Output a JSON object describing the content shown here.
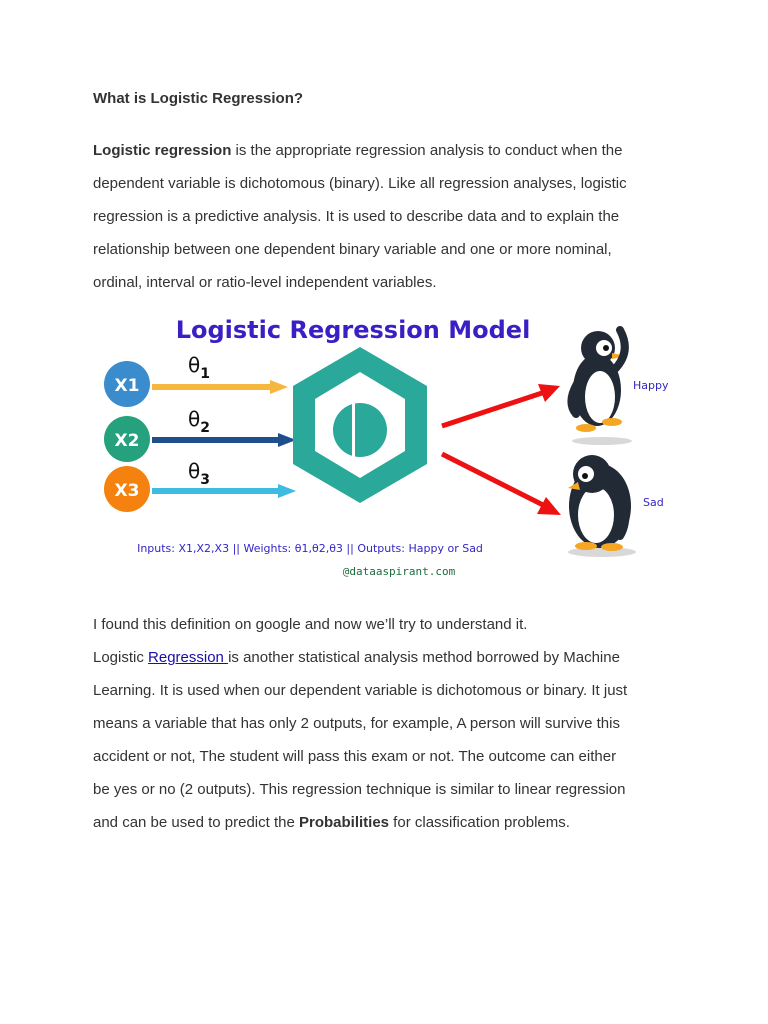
{
  "heading": "What is Logistic Regression?",
  "para1": {
    "line1_bold": "Logistic regression",
    "line1_rest": " is the appropriate regression analysis to conduct when the",
    "line2": "dependent variable is dichotomous (binary). Like all regression analyses, logistic",
    "line3": "regression is a predictive analysis. It is used to describe data and to explain the",
    "line4": "relationship between one dependent binary variable and one or more nominal,",
    "line5": "ordinal, interval or ratio-level independent variables."
  },
  "diagram": {
    "title": "Logistic Regression Model",
    "inputs": [
      "X1",
      "X2",
      "X3"
    ],
    "weights": [
      "θ",
      "θ",
      "θ"
    ],
    "weight_subscripts": [
      "1",
      "2",
      "3"
    ],
    "outputs": [
      "Happy",
      "Sad"
    ],
    "caption": "Inputs: X1,X2,X3 || Weights: θ1,θ2,θ3 || Outputs: Happy or Sad",
    "credit": "@dataaspirant.com",
    "colors": {
      "title": "#3a1fc4",
      "x1": "#3a8ccc",
      "x2": "#26a17e",
      "x3": "#f5820f",
      "arrow1": "#f5b73d",
      "arrow2": "#1e4f8c",
      "arrow3": "#3dbbe0",
      "hexagon": "#2aa99b",
      "output_arrow": "#ee1111",
      "caption": "#3326c4"
    }
  },
  "para2": {
    "line1": "I found this definition on google and now we’ll try to understand it.",
    "line2_pre": "Logistic ",
    "line2_link": "Regression ",
    "line2_post": "is another statistical analysis method borrowed by Machine",
    "line3": "Learning. It is used when our dependent variable is dichotomous or binary. It just",
    "line4": "means a variable that has only 2 outputs, for example, A person will survive this",
    "line5": "accident or not, The student will pass this exam or not. The outcome can either",
    "line6": "be yes or no (2 outputs). This regression technique is similar to linear regression",
    "line7_pre": "and can be used to predict the ",
    "line7_bold": "Probabilities",
    "line7_post": " for classification problems."
  }
}
